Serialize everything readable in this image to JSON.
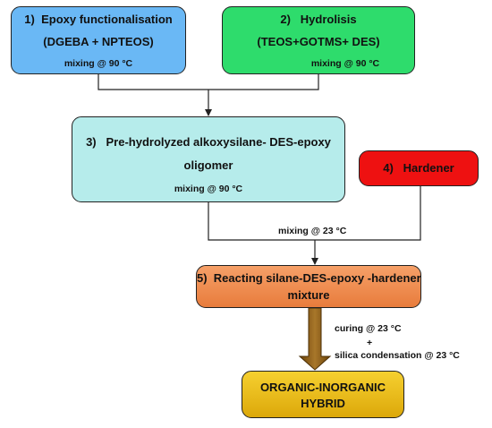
{
  "boxes": {
    "epoxy": {
      "number": "1)",
      "title": "Epoxy functionalisation",
      "components": "(DGEBA + NPTEOS)",
      "condition": "mixing @ 90 °C",
      "color": "#6ab8f5"
    },
    "hydrolysis": {
      "number": "2)",
      "title": "Hydrolisis",
      "components": "(TEOS+GOTMS+ DES)",
      "condition": "mixing @ 90 °C",
      "color": "#2edc6c"
    },
    "oligomer": {
      "number": "3)",
      "title_line1": "Pre-hydrolyzed alkoxysilane- DES-epoxy",
      "title_line2": "oligomer",
      "condition": "mixing @ 90 °C",
      "color": "#b6eceb"
    },
    "hardener": {
      "number": "4)",
      "title": "Hardener",
      "color": "#ee1111"
    },
    "mixture": {
      "number": "5)",
      "title_line1": "Reacting silane-DES-epoxy -hardener",
      "title_line2": "mixture",
      "color": "#f09050"
    },
    "hybrid": {
      "title_line1": "ORGANIC-INORGANIC",
      "title_line2": "HYBRID",
      "color": "#f0c020"
    }
  },
  "connectors": {
    "mixing_label": "mixing @ 23 °C"
  },
  "curing": {
    "line1": "curing @ 23 °C",
    "plus": "+",
    "line2": "silica condensation @ 23 °C",
    "arrow_color": "#8a5a14"
  }
}
